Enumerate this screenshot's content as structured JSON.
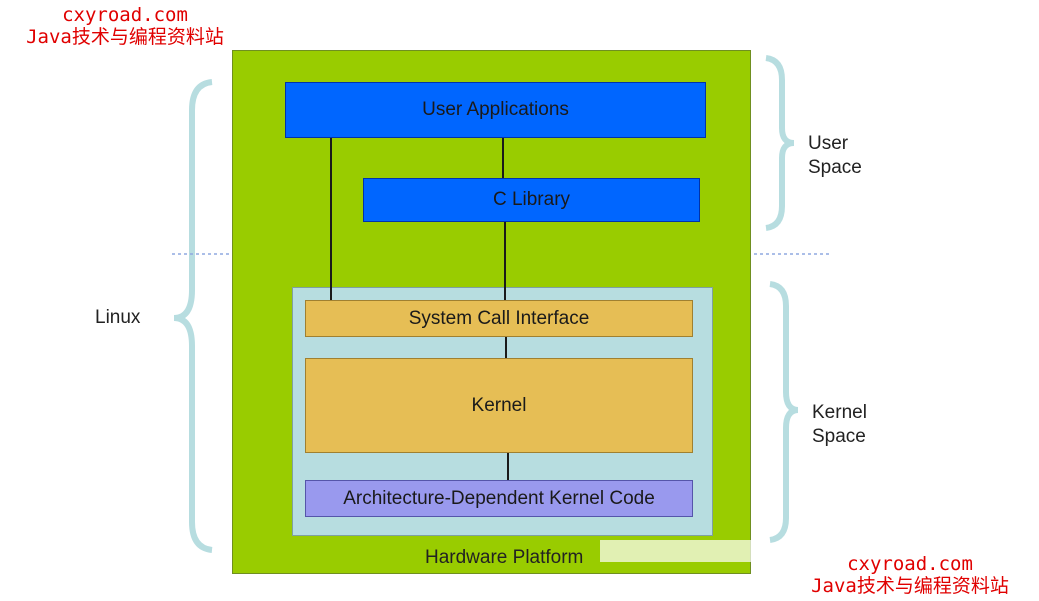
{
  "watermark": {
    "site": "cxyroad.com",
    "tagline": "Java技术与编程资料站"
  },
  "diagram": {
    "user_applications": "User Applications",
    "c_library": "C Library",
    "system_call_interface": "System Call Interface",
    "kernel": "Kernel",
    "arch_code": "Architecture-Dependent Kernel Code",
    "hardware": "Hardware Platform",
    "linux": "Linux",
    "user_space": [
      "User",
      "Space"
    ],
    "kernel_space": [
      "Kernel",
      "Space"
    ]
  },
  "colors": {
    "platform": "#99cc00",
    "user_box": "#0066ff",
    "kernel_area": "#b7dde0",
    "kernel_box": "#e6be55",
    "arch_box": "#9999ee",
    "brace": "#b7dde0"
  }
}
